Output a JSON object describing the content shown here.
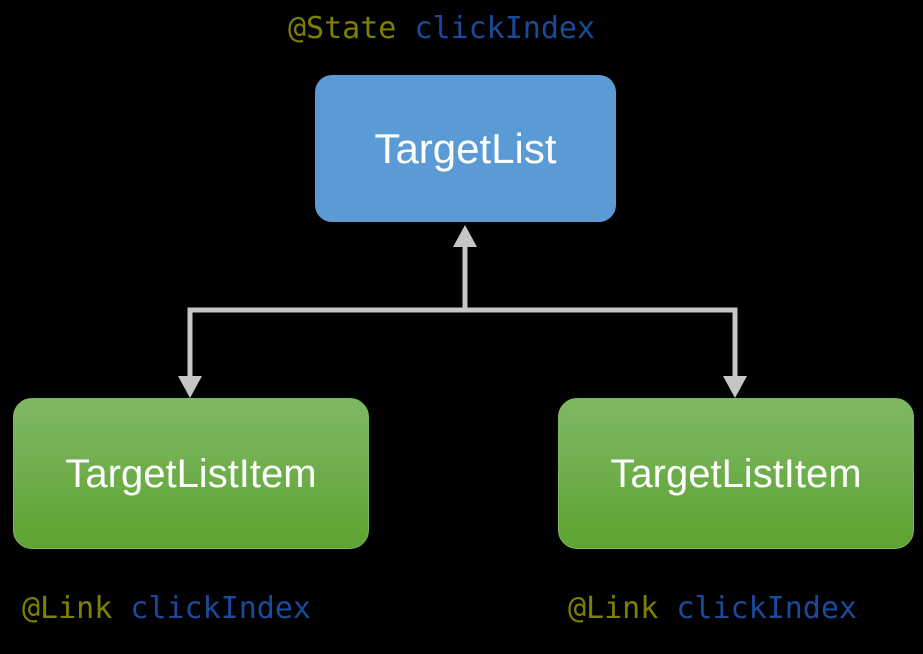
{
  "diagram": {
    "background_color": "#000000",
    "annotations": [
      {
        "id": "state-annotation",
        "decorator": "@State",
        "property": "clickIndex",
        "decorator_color": "#808000",
        "property_color": "#1A4A9C"
      },
      {
        "id": "link-annotation-left",
        "decorator": "@Link",
        "property": "clickIndex",
        "decorator_color": "#808000",
        "property_color": "#1A4A9C"
      },
      {
        "id": "link-annotation-right",
        "decorator": "@Link",
        "property": "clickIndex",
        "decorator_color": "#808000",
        "property_color": "#1A4A9C"
      }
    ],
    "nodes": [
      {
        "id": "target-list",
        "label": "TargetList",
        "role": "parent",
        "fill_color": "#5B9BD5",
        "text_color": "#FFFFFF"
      },
      {
        "id": "target-list-item-left",
        "label": "TargetListItem",
        "role": "child",
        "fill_color": "#6AAD43",
        "text_color": "#FFFFFF"
      },
      {
        "id": "target-list-item-right",
        "label": "TargetListItem",
        "role": "child",
        "fill_color": "#6AAD43",
        "text_color": "#FFFFFF"
      }
    ],
    "connectors": {
      "line_color": "#C6C6C6",
      "edges": [
        {
          "from": "trunk",
          "to": "target-list",
          "direction": "up"
        },
        {
          "from": "trunk",
          "to": "target-list-item-left",
          "direction": "down"
        },
        {
          "from": "trunk",
          "to": "target-list-item-right",
          "direction": "down"
        }
      ]
    }
  }
}
